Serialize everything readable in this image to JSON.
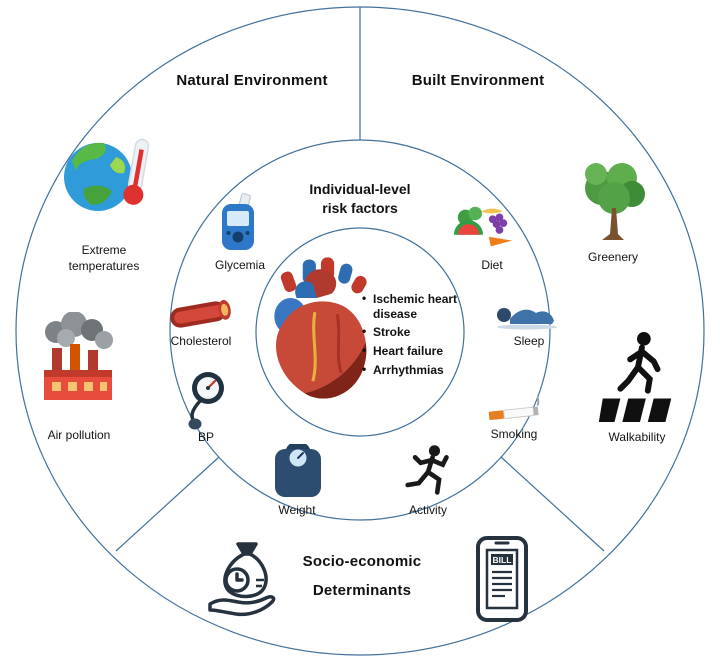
{
  "sectors": {
    "natural_environment": "Natural Environment",
    "built_environment": "Built Environment",
    "socio_economic": "Socio-economic Determinants"
  },
  "outer_ring": {
    "extreme_temperatures": "Extreme temperatures",
    "air_pollution": "Air pollution",
    "greenery": "Greenery",
    "walkability": "Walkability"
  },
  "inner_ring": {
    "title": "Individual-level risk factors",
    "glycemia": "Glycemia",
    "cholesterol": "Cholesterol",
    "bp": "BP",
    "weight": "Weight",
    "activity": "Activity",
    "smoking": "Smoking",
    "sleep": "Sleep",
    "diet": "Diet"
  },
  "center": {
    "outcomes": [
      "Ischemic heart disease",
      "Stroke",
      "Heart failure",
      "Arrhythmias"
    ]
  },
  "icons": {
    "bill_text": "BILL"
  },
  "colors": {
    "circle_stroke": "#41719c"
  }
}
